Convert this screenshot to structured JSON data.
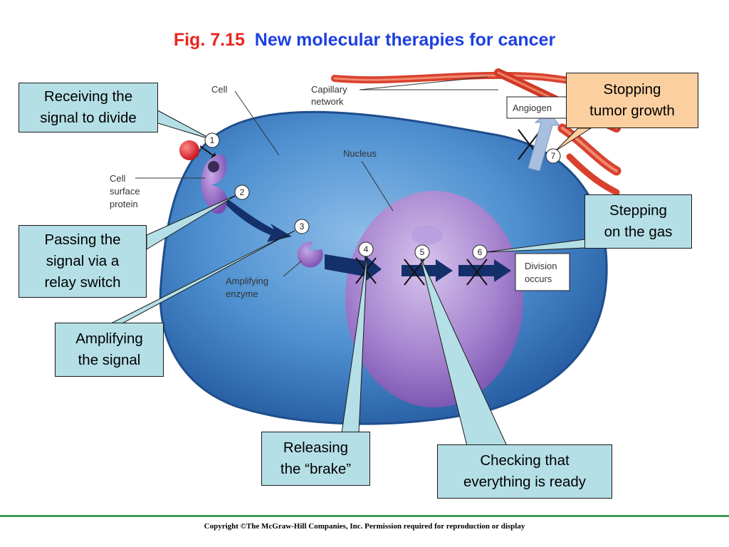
{
  "title": {
    "fig": "Fig. 7.15",
    "text": "New molecular therapies for cancer"
  },
  "labels": {
    "cell": "Cell",
    "capillary_line1": "Capillary",
    "capillary_line2": "network",
    "angiogenesis": "Angiogen",
    "nucleus": "Nucleus",
    "surface_line1": "Cell",
    "surface_line2": "surface",
    "surface_line3": "protein",
    "enzyme_line1": "Amplifying",
    "enzyme_line2": "enzyme",
    "division_line1": "Division",
    "division_line2": "occurs"
  },
  "step_numbers": [
    "1",
    "2",
    "3",
    "4",
    "5",
    "6",
    "7"
  ],
  "callouts": {
    "receiving": [
      "Receiving the",
      "signal to divide"
    ],
    "passing": [
      "Passing the",
      "signal via a",
      "relay switch"
    ],
    "amplifying": [
      "Amplifying",
      "the signal"
    ],
    "releasing": [
      "Releasing",
      "the “brake”"
    ],
    "checking": [
      "Checking that",
      "everything is ready"
    ],
    "stepping": [
      "Stepping",
      "on the gas"
    ],
    "stopping": [
      "Stopping",
      "tumor growth"
    ]
  },
  "footer": {
    "copyright": "Copyright ©The McGraw-Hill Companies, Inc. Permission required for reproduction or display"
  },
  "colors": {
    "title_fig": "#e8251f",
    "title_text": "#1c3fe0",
    "callout_blue": "#b5dfe6",
    "callout_orange": "#fbcf9f",
    "cell": "#3f7fc2",
    "nucleus": "#9e7bc8",
    "arrow": "#14306a",
    "vessel": "#d9412f",
    "footer_line": "#3d9b54"
  }
}
